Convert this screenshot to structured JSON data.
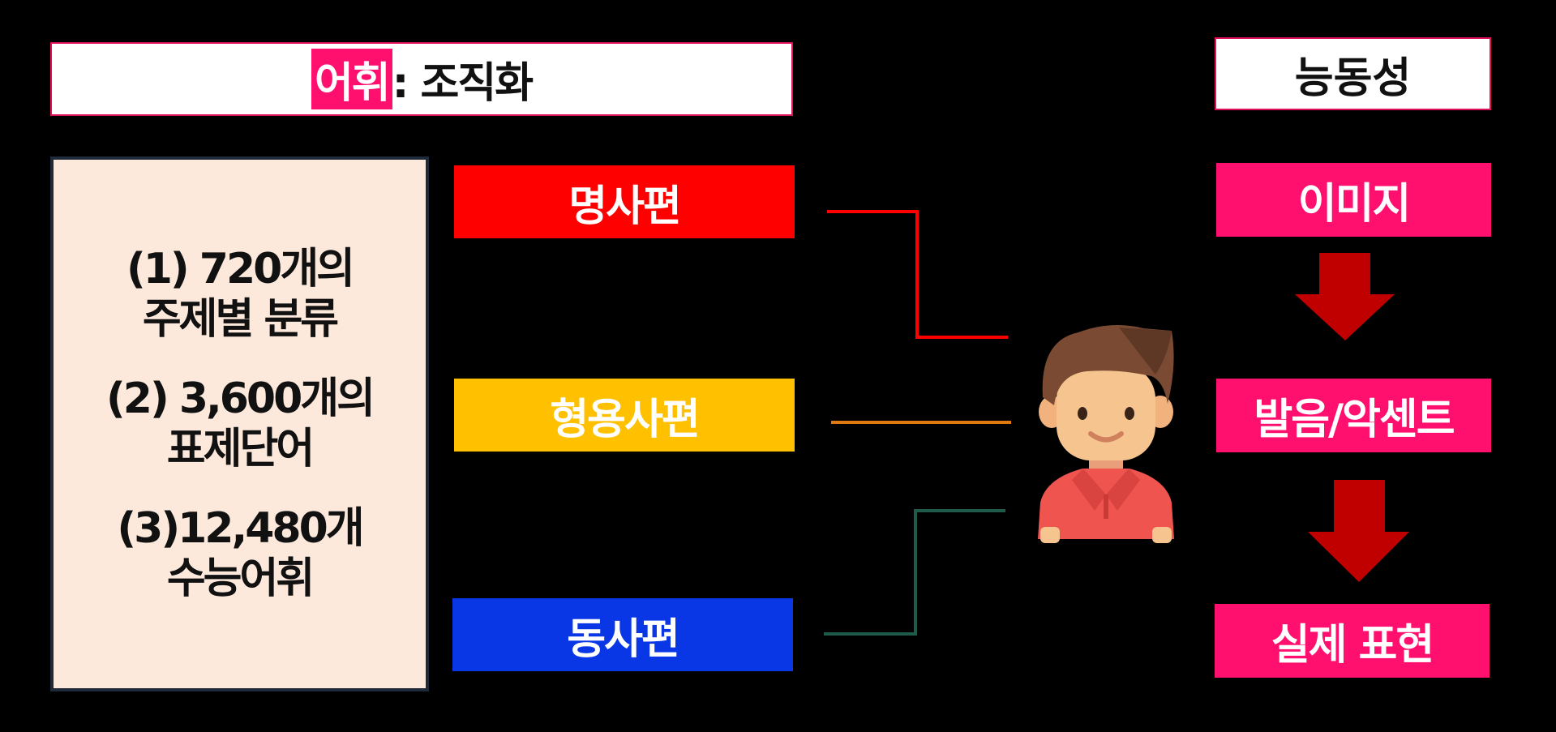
{
  "title": {
    "highlight": "어휘",
    "rest": ": 조직화"
  },
  "info": {
    "items": [
      {
        "line1": "(1) 720개의",
        "line2": "주제별 분류"
      },
      {
        "line1": "(2) 3,600개의",
        "line2": "표제단어"
      },
      {
        "line1": "(3)12,480개",
        "line2": "수능어휘"
      }
    ]
  },
  "categories": [
    {
      "label": "명사편",
      "color": "#ff0000"
    },
    {
      "label": "형용사편",
      "color": "#ffc000"
    },
    {
      "label": "동사편",
      "color": "#0a37e6"
    }
  ],
  "right": {
    "heading": "능동성",
    "steps": [
      "이미지",
      "발음/악센트",
      "실제 표현"
    ]
  },
  "connector_colors": [
    "#ff0000",
    "#e07a10",
    "#1f5a4a"
  ],
  "arrow_color": "#c00000"
}
